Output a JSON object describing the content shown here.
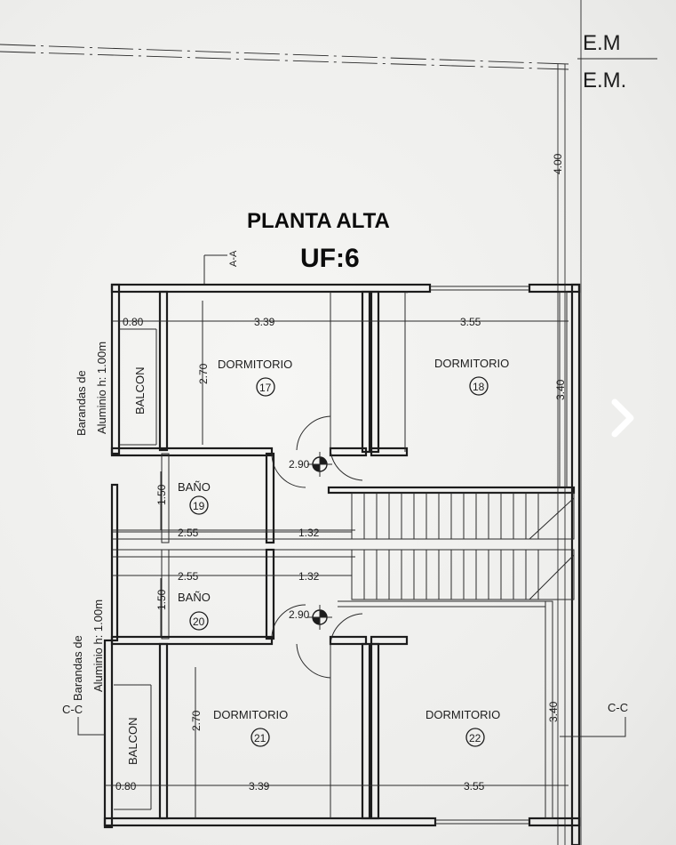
{
  "plan": {
    "title": "PLANTA ALTA",
    "unit": "UF:6",
    "em_top": "E.M",
    "em_bottom": "E.M.",
    "dim_4_00": "4.00",
    "section_aa": "A-A",
    "section_cc_left": "C-C",
    "section_cc_right": "C-C",
    "railing_label_line1": "Barandas de",
    "railing_label_line2": "Aluminio h: 1.00m",
    "rooms": [
      {
        "name": "DORMITORIO",
        "number": "17"
      },
      {
        "name": "DORMITORIO",
        "number": "18"
      },
      {
        "name": "BAÑO",
        "number": "19"
      },
      {
        "name": "BAÑO",
        "number": "20"
      },
      {
        "name": "DORMITORIO",
        "number": "21"
      },
      {
        "name": "DORMITORIO",
        "number": "22"
      }
    ],
    "balcon_top": "BALCON",
    "balcon_bottom": "BALCON",
    "dims": {
      "d080_top": "0.80",
      "d339_top": "3.39",
      "d355_top": "3.55",
      "d270_top": "2.70",
      "d340_top": "3.40",
      "d150_top": "1.50",
      "d255_top": "2.55",
      "d132_top": "1.32",
      "d255_bot": "2.55",
      "d132_bot": "1.32",
      "d150_bot": "1.50",
      "d270_bot": "2.70",
      "d340_bot": "3.40",
      "d080_bot": "0.80",
      "d339_bot": "3.39",
      "d355_bot": "3.55",
      "level_top": "2.90",
      "level_bot": "2.90"
    }
  },
  "ui": {
    "next_icon": "chevron-right-icon"
  }
}
